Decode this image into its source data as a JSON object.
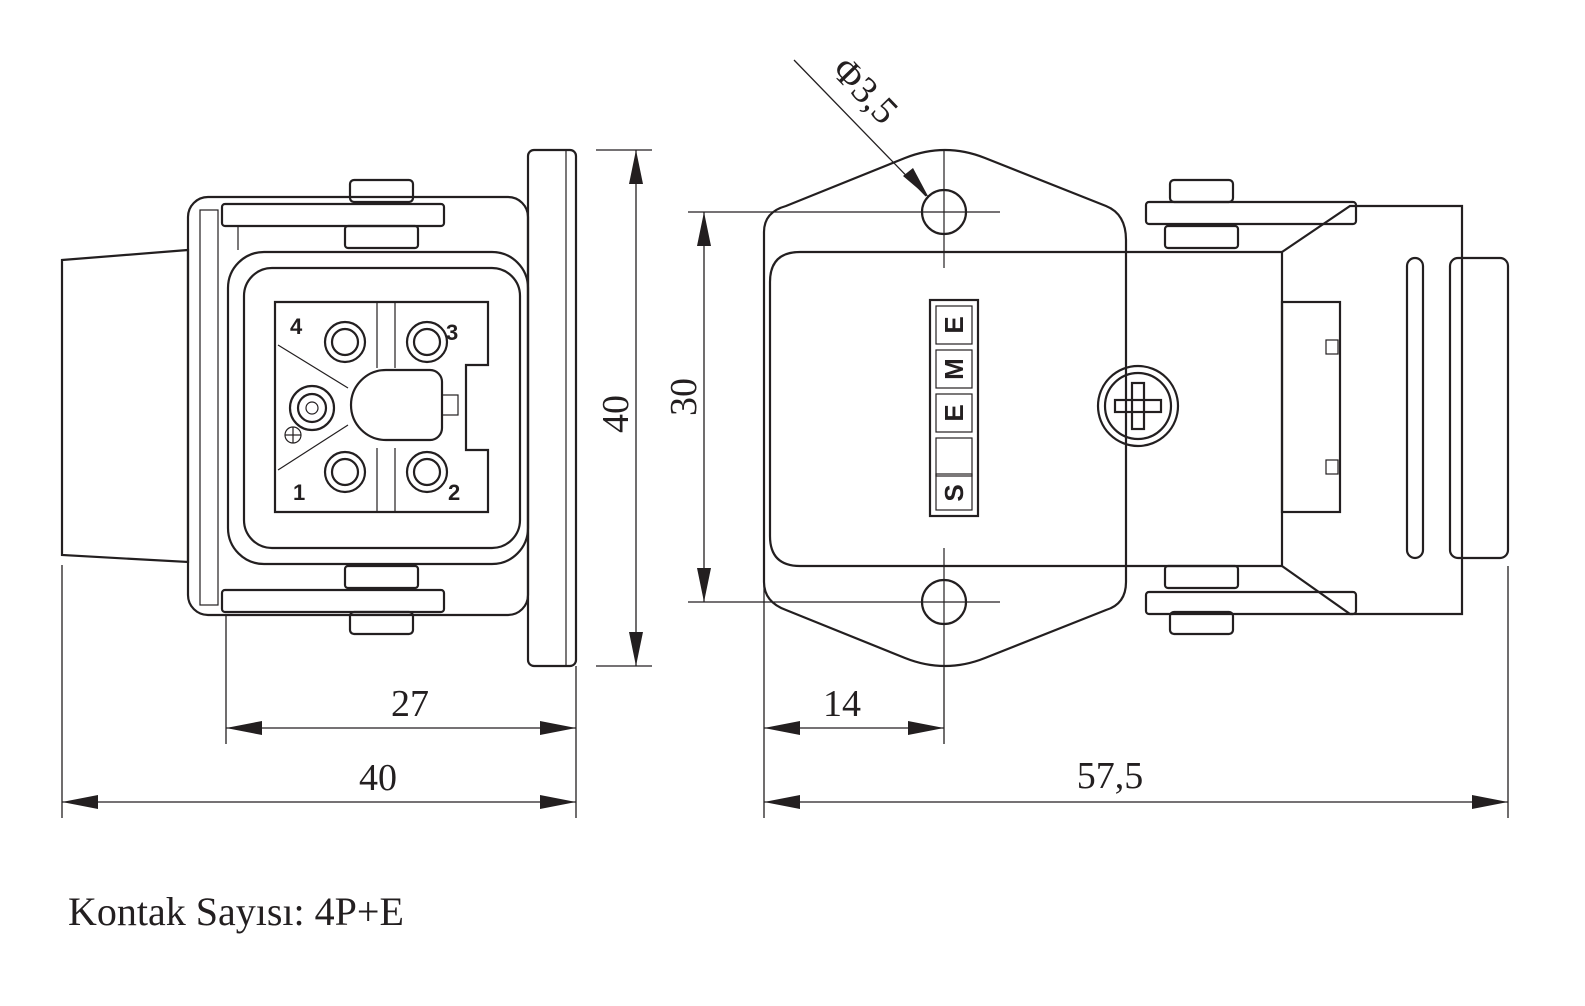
{
  "dimensions": {
    "left_width_inner": "27",
    "left_width_outer": "40",
    "left_height": "40",
    "right_hole_spacing": "30",
    "right_hole_offset": "14",
    "right_length": "57,5",
    "hole_diameter": "Φ3,5"
  },
  "pins": {
    "p1": "1",
    "p2": "2",
    "p3": "3",
    "p4": "4"
  },
  "logo_letters": [
    "E",
    "M",
    "E",
    "S"
  ],
  "caption": "Kontak Sayısı: 4P+E"
}
